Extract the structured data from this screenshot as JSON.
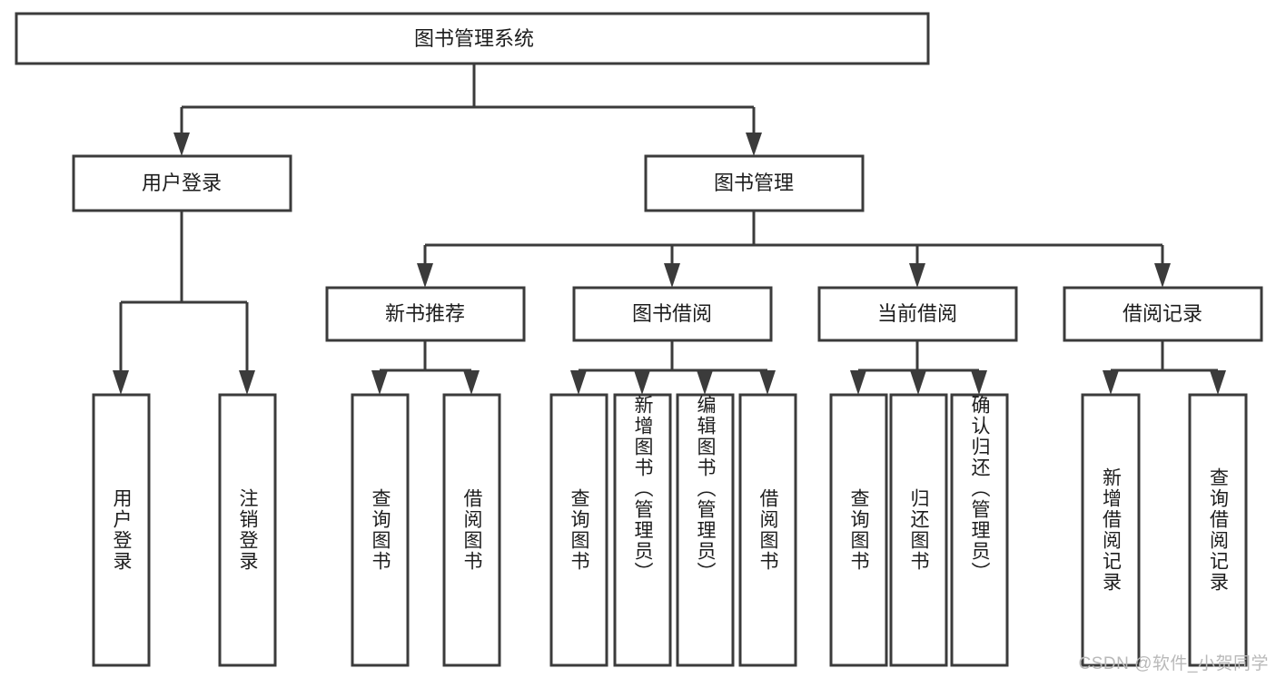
{
  "diagram": {
    "title": "图书管理系统",
    "type": "tree-hierarchy",
    "orientation": "top-down",
    "root": {
      "id": "root",
      "label": "图书管理系统"
    },
    "level2": [
      {
        "id": "user-login",
        "label": "用户登录"
      },
      {
        "id": "book-manage",
        "label": "图书管理"
      }
    ],
    "level3": [
      {
        "id": "new-book-recommend",
        "label": "新书推荐",
        "parent": "book-manage"
      },
      {
        "id": "book-borrow",
        "label": "图书借阅",
        "parent": "book-manage"
      },
      {
        "id": "current-borrow",
        "label": "当前借阅",
        "parent": "book-manage"
      },
      {
        "id": "borrow-record",
        "label": "借阅记录",
        "parent": "book-manage"
      }
    ],
    "leaves": {
      "user_login": [
        {
          "id": "leaf-user-login",
          "label": "用户登录"
        },
        {
          "id": "leaf-logout",
          "label": "注销登录"
        }
      ],
      "new_book_recommend": [
        {
          "id": "leaf-query-book-1",
          "label": "查询图书"
        },
        {
          "id": "leaf-borrow-book-1",
          "label": "借阅图书"
        }
      ],
      "book_borrow": [
        {
          "id": "leaf-query-book-2",
          "label": "查询图书"
        },
        {
          "id": "leaf-add-book",
          "label": "新增图书（管理员）"
        },
        {
          "id": "leaf-edit-book",
          "label": "编辑图书（管理员）"
        },
        {
          "id": "leaf-borrow-book-2",
          "label": "借阅图书"
        }
      ],
      "current_borrow": [
        {
          "id": "leaf-query-book-3",
          "label": "查询图书"
        },
        {
          "id": "leaf-return-book",
          "label": "归还图书"
        },
        {
          "id": "leaf-confirm-return",
          "label": "确认归还（管理员）"
        }
      ],
      "borrow_record": [
        {
          "id": "leaf-add-record",
          "label": "新增借阅记录"
        },
        {
          "id": "leaf-query-record",
          "label": "查询借阅记录"
        }
      ]
    }
  },
  "watermark": {
    "text": "CSDN @软件_小贺同学"
  },
  "colors": {
    "stroke": "#3b3b3b",
    "fill": "#ffffff",
    "text": "#1d1d1d",
    "watermark": "#b9b9b9",
    "background": "#ffffff"
  }
}
